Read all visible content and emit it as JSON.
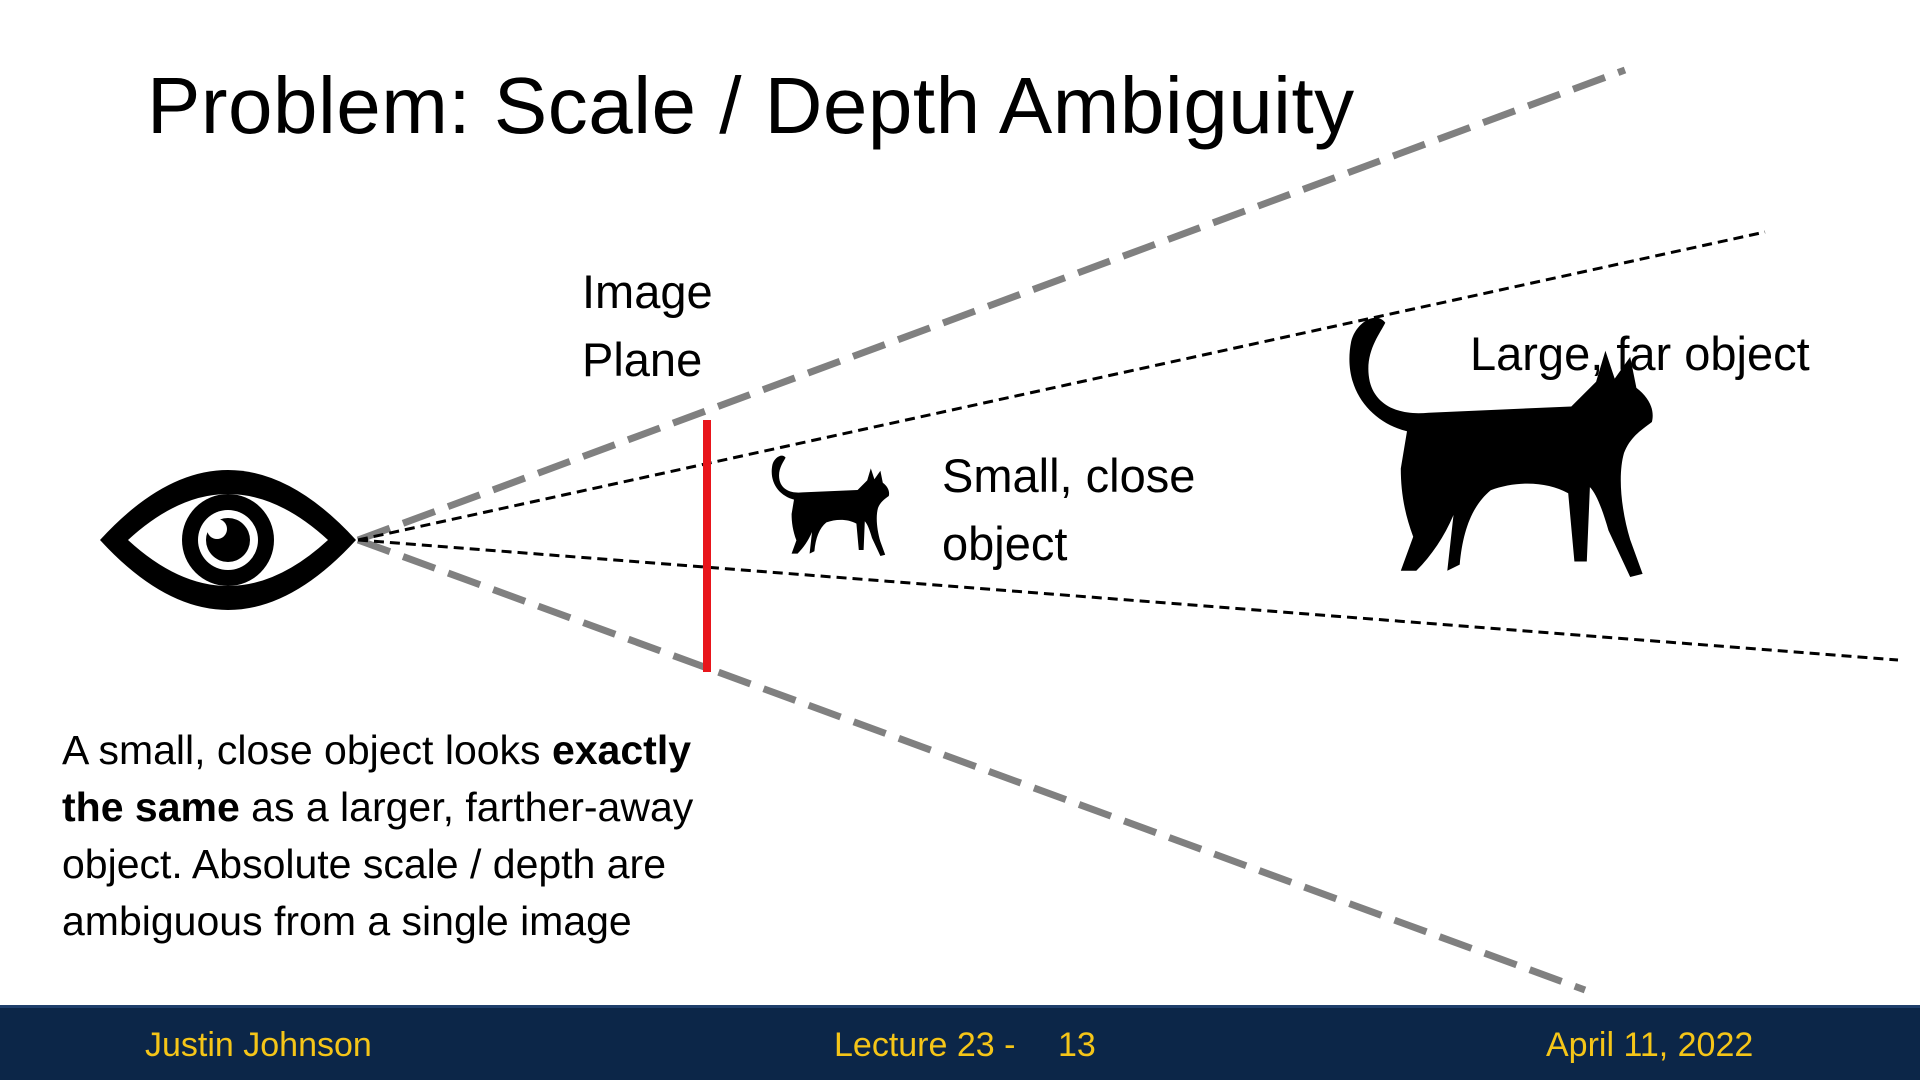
{
  "slide": {
    "title": "Problem: Scale / Depth Ambiguity"
  },
  "diagram": {
    "image_plane_label_line1": "Image",
    "image_plane_label_line2": "Plane",
    "small_object_label_line1": "Small, close",
    "small_object_label_line2": "object",
    "large_object_label": "Large, far object",
    "eye_icon": "eye-icon",
    "small_cat_icon": "cat-silhouette-icon",
    "large_cat_icon": "cat-silhouette-icon",
    "colors": {
      "image_plane": "#e8151b",
      "frustum_lines": "#808080",
      "projection_lines": "#000000"
    }
  },
  "caption": {
    "part1": "A small, close object looks ",
    "bold": "exactly the same",
    "part2": " as a larger, farther-away object. Absolute scale / depth are ambiguous from a single image"
  },
  "footer": {
    "author": "Justin Johnson",
    "lecture": "Lecture 23 -",
    "page": "13",
    "date": "April 11, 2022",
    "background_color": "#0c2648",
    "text_color": "#f5c518"
  }
}
